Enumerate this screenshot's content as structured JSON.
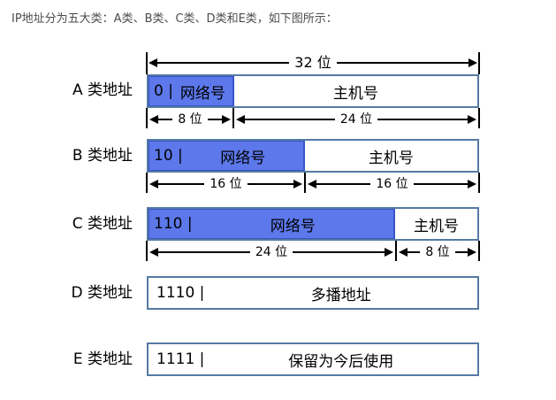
{
  "page": {
    "intro": "IP地址分为五大类：A类、B类、C类、D类和E类，如下图所示："
  },
  "diagram": {
    "top_arrow_label": "32 位",
    "colors": {
      "network_fill": "#5c78eb",
      "network_border": "#3a54c8",
      "box_border": "#557aa3",
      "arrow": "#000000",
      "intro_text": "#4c4c4c"
    },
    "rows": [
      {
        "label": "A 类地址",
        "prefix": "0 |",
        "network": "网络号",
        "host": "主机号",
        "network_bits": "8 位",
        "host_bits": "24 位"
      },
      {
        "label": "B 类地址",
        "prefix": "10 |",
        "network": "网络号",
        "host": "主机号",
        "network_bits": "16 位",
        "host_bits": "16 位"
      },
      {
        "label": "C 类地址",
        "prefix": "110 |",
        "network": "网络号",
        "host": "主机号",
        "network_bits": "24 位",
        "host_bits": "8 位"
      },
      {
        "label": "D 类地址",
        "prefix": "1110 |",
        "content": "多播地址"
      },
      {
        "label": "E 类地址",
        "prefix": "1111 |",
        "content": "保留为今后使用"
      }
    ]
  }
}
